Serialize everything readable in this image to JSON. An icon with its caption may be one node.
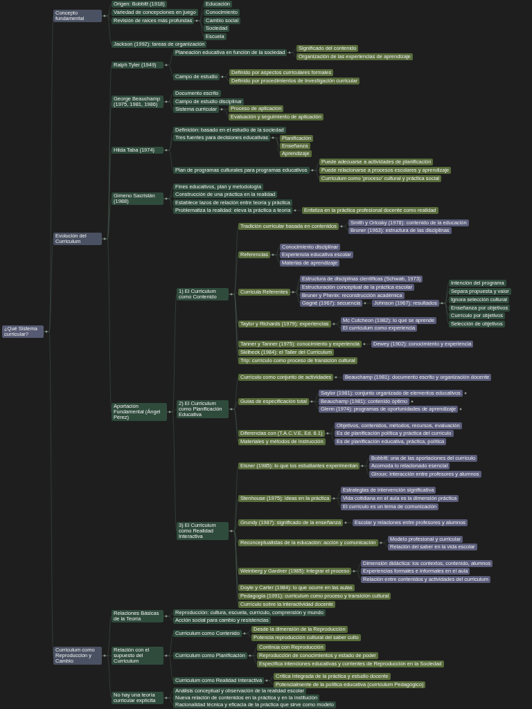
{
  "diagram": {
    "nodes": [
      {
        "text": [
          "¿Qué Sistema curricular?"
        ]
      },
      {
        "text": [
          "Concepto fundamental"
        ]
      },
      {
        "text": [
          "Origen: Bobbitt (1918)"
        ]
      },
      {
        "text": [
          "Variedad de concepciones en juego"
        ]
      },
      {
        "text": [
          "Revisión de raíces más profundas"
        ]
      },
      {
        "text": [
          "Educación"
        ]
      },
      {
        "text": [
          "Conocimiento"
        ]
      },
      {
        "text": [
          "Cambio social"
        ]
      },
      {
        "text": [
          "Sociedad"
        ]
      },
      {
        "text": [
          "Escuela"
        ]
      },
      {
        "text": [
          "Jackson (1992): tareas de organización"
        ]
      },
      {
        "text": [
          "Evolución del Curriculum"
        ]
      },
      {
        "text": [
          "Ralph Tyler (1949)"
        ]
      },
      {
        "text": [
          "Planeación educativa en función de la sociedad"
        ]
      },
      {
        "text": [
          "Significado del contenido"
        ]
      },
      {
        "text": [
          "Organización de las experiencias de aprendizaje"
        ]
      },
      {
        "text": [
          "Campo de estudio"
        ]
      },
      {
        "text": [
          "Definido por aspectos curriculares formales"
        ]
      },
      {
        "text": [
          "Definido por procedimientos de investigación curricular"
        ]
      },
      {
        "text": [
          "George Beauchamp (1975, 1981, 1986)"
        ]
      },
      {
        "text": [
          "Documento escrito"
        ]
      },
      {
        "text": [
          "Campo de estudio disciplinar"
        ]
      },
      {
        "text": [
          "Sistema curricular"
        ]
      },
      {
        "text": [
          "Proceso de aplicación"
        ]
      },
      {
        "text": [
          "Evaluación y seguimiento de aplicación"
        ]
      },
      {
        "text": [
          "Hilda Taba (1974)"
        ]
      },
      {
        "text": [
          "Definición: basado en el estudio de la sociedad"
        ]
      },
      {
        "text": [
          "Tres fuentes para decisiones educativas"
        ]
      },
      {
        "text": [
          "Planificación"
        ]
      },
      {
        "text": [
          "Enseñanza"
        ]
      },
      {
        "text": [
          "Aprendizaje"
        ]
      },
      {
        "text": [
          "Plan de programas culturales para programas educativos"
        ]
      },
      {
        "text": [
          "Puede adecuarse a actividades de planificación"
        ]
      },
      {
        "text": [
          "Puede relacionarse a procesos escolares y aprendizaje"
        ]
      },
      {
        "text": [
          "Curriculum como 'proceso' cultural y práctica social"
        ]
      },
      {
        "text": [
          "Gimeno Sacristán (1988)"
        ]
      },
      {
        "text": [
          "Fines educativos, plan y metodología"
        ]
      },
      {
        "text": [
          "Construcción de una práctica en la realidad"
        ]
      },
      {
        "text": [
          "Establece lazos de relación entre teoría y práctica"
        ]
      },
      {
        "text": [
          "Problematiza la realidad: eleva la práctica a teoría"
        ]
      },
      {
        "text": [
          "Enfatiza en la práctica profesional docente como realidad"
        ]
      },
      {
        "text": [
          "Aportación Fundamental (Ángel Pérez)"
        ]
      },
      {
        "text": [
          "1) El Curriculum como Contenido"
        ]
      },
      {
        "text": [
          "Tradición curricular basada en contenidos"
        ]
      },
      {
        "text": [
          "Smith y Orlosky (1978): contenido de la educación"
        ]
      },
      {
        "text": [
          "Bruner (1963): estructura de las disciplinas"
        ]
      },
      {
        "text": [
          "Referencias"
        ]
      },
      {
        "text": [
          "Conocimiento disciplinar"
        ]
      },
      {
        "text": [
          "Experiencia educativa escolar"
        ]
      },
      {
        "text": [
          "Materias de aprendizaje"
        ]
      },
      {
        "text": [
          "Curricula Referentes"
        ]
      },
      {
        "text": [
          "Estructura de disciplinas científicas (Schwab, 1973)"
        ]
      },
      {
        "text": [
          "Estructuración conceptual de la práctica escolar"
        ]
      },
      {
        "text": [
          "Bruner y Phenix: reconstrucción académica"
        ]
      },
      {
        "text": [
          "Gagné (1967): secuencia"
        ]
      },
      {
        "text": [
          "Johnson (1967): resultados"
        ]
      },
      {
        "text": [
          "Intención del programa"
        ]
      },
      {
        "text": [
          "Separa propuesta y valor"
        ]
      },
      {
        "text": [
          "Ignora selección cultural"
        ]
      },
      {
        "text": [
          "Enseñanza por objetivos"
        ]
      },
      {
        "text": [
          "Currículo por objetivos"
        ]
      },
      {
        "text": [
          "Selección de objetivos"
        ]
      },
      {
        "text": [
          "Taylor y Richards (1979): experiencias"
        ]
      },
      {
        "text": [
          "Mc Cutcheon (1982): lo que se aprende"
        ]
      },
      {
        "text": [
          "El curriculum como experiencia"
        ]
      },
      {
        "text": [
          "Tanner y Tanner (1975): conocimiento y experiencia"
        ]
      },
      {
        "text": [
          "Dewey (1902): conocimiento y experiencia"
        ]
      },
      {
        "text": [
          "Skilbeck (1984): el Taller del Curriculum"
        ]
      },
      {
        "text": [
          "Trip: currículo como proceso de transición cultural"
        ]
      },
      {
        "text": [
          "2) El Curriculum como Planificación Educativa"
        ]
      },
      {
        "text": [
          "Currículo como conjunto de actividades"
        ]
      },
      {
        "text": [
          "Beauchamp (1981): documento escrito y organización docente"
        ]
      },
      {
        "text": [
          "Guías de especificación total"
        ]
      },
      {
        "text": [
          "Saylor (1981): conjunto organizado de elementos educativos"
        ]
      },
      {
        "text": [
          "Beauchamp (1981): contenido óptimo"
        ]
      },
      {
        "text": [
          "Glenn (1974): programas de oportunidades de aprendizaje"
        ]
      },
      {
        "text": [
          "Diferencias con (T.A.C.V.E, Ed. 6.1)"
        ]
      },
      {
        "text": [
          "Objetivos, contenidos, métodos, recursos, evaluación"
        ]
      },
      {
        "text": [
          "Es de planificación política y práctica del currículo"
        ]
      },
      {
        "text": [
          "Es de planificación educativa, práctica, política"
        ]
      },
      {
        "text": [
          "Materiales y métodos de instrucción"
        ]
      },
      {
        "text": [
          "3) El Curriculum como Realidad Interactiva"
        ]
      },
      {
        "text": [
          "Eisner (1985): lo que los estudiantes experimentan"
        ]
      },
      {
        "text": [
          "Bobbitt: una de las aportaciones del currículo"
        ]
      },
      {
        "text": [
          "Acomoda lo relacionado esencial"
        ]
      },
      {
        "text": [
          "Giroux: interacción entre profesores y alumnos"
        ]
      },
      {
        "text": [
          "Stenhouse (1975): ideas en la práctica"
        ]
      },
      {
        "text": [
          "Estrategias de intervención significativa"
        ]
      },
      {
        "text": [
          "Vida cotidiana en el aula es la dimensión práctica"
        ]
      },
      {
        "text": [
          "El currículo es un tema de comunicación"
        ]
      },
      {
        "text": [
          "Grundy (1987): significado de la enseñanza"
        ]
      },
      {
        "text": [
          "Escolar y relaciones entre profesores y alumnos"
        ]
      },
      {
        "text": [
          "Reconceptualistas de la educación: acción y comunicación"
        ]
      },
      {
        "text": [
          "Modelo profesional y curricular"
        ]
      },
      {
        "text": [
          "Relación del saber en la vida escolar"
        ]
      },
      {
        "text": [
          "Weinberg y Gardner (1985): integrar el proceso"
        ]
      },
      {
        "text": [
          "Dimensión didáctica: los contextos, contenido, alumnos"
        ]
      },
      {
        "text": [
          "Experiencias formales e informales en el aula"
        ]
      },
      {
        "text": [
          "Relación entre contenidos y actividades del curriculum"
        ]
      },
      {
        "text": [
          "Doyle y Carter (1984): lo que ocurre en las aulas"
        ]
      },
      {
        "text": [
          "Pedagogía (1991): curriculum como proceso y transición cultural"
        ]
      },
      {
        "text": [
          "Currículo sobre la interactividad docente"
        ]
      },
      {
        "text": [
          "Curriculum como Reproducción y Cambio"
        ]
      },
      {
        "text": [
          "Relaciones Básicas de la Teoría"
        ]
      },
      {
        "text": [
          "Reproducción: cultura, escuela, currículo, comprensión y mundo"
        ]
      },
      {
        "text": [
          "Acción social para cambio y resistencias"
        ]
      },
      {
        "text": [
          "Relación con el supuesto del Curriculum"
        ]
      },
      {
        "text": [
          "Curriculum como Contenido"
        ]
      },
      {
        "text": [
          "Desde la dimensión de la Reproducción"
        ]
      },
      {
        "text": [
          "Potencia reproducción cultural del saber culto"
        ]
      },
      {
        "text": [
          "Curriculum como Planificación"
        ]
      },
      {
        "text": [
          "Continúa con Reproducción"
        ]
      },
      {
        "text": [
          "Reproducción de conocimientos y estado de poder"
        ]
      },
      {
        "text": [
          "Especifica intenciones educativas y corrientes de Reproducción en la Sociedad"
        ]
      },
      {
        "text": [
          "Curriculum como Realidad Interactiva"
        ]
      },
      {
        "text": [
          "Crítica integrada de la práctica y estudio docente"
        ]
      },
      {
        "text": [
          "Potencialmente de la política educativa (curriculum Pedagógico)"
        ]
      },
      {
        "text": [
          "No hay una teoría curricular explícita"
        ]
      },
      {
        "text": [
          "Análisis conceptual y observación de la realidad escolar"
        ]
      },
      {
        "text": [
          "Nueva relación de contenidos en la práctica y en la institución"
        ]
      },
      {
        "text": [
          "Racionalidad técnica y eficacia de la práctica que sirve como modelo"
        ]
      }
    ],
    "edges": [
      {
        "from": 0,
        "to": 1,
        "arrow": "none"
      },
      {
        "from": 0,
        "to": 11,
        "arrow": "none"
      },
      {
        "from": 0,
        "to": 102,
        "arrow": "none"
      },
      {
        "from": 1,
        "to": 2,
        "arrow": "none"
      },
      {
        "from": 1,
        "to": 3,
        "arrow": "none"
      },
      {
        "from": 1,
        "to": 4,
        "arrow": "none"
      },
      {
        "from": 1,
        "to": 10,
        "arrow": "none"
      },
      {
        "from": 4,
        "to": 5,
        "arrow": "none"
      },
      {
        "from": 4,
        "to": 6,
        "arrow": "none"
      },
      {
        "from": 4,
        "to": 7,
        "arrow": "none"
      },
      {
        "from": 4,
        "to": 8,
        "arrow": "none"
      },
      {
        "from": 4,
        "to": 9,
        "arrow": "none"
      },
      {
        "from": 11,
        "to": 12,
        "arrow": "none"
      },
      {
        "from": 11,
        "to": 19,
        "arrow": "none"
      },
      {
        "from": 11,
        "to": 25,
        "arrow": "none"
      },
      {
        "from": 11,
        "to": 35,
        "arrow": "none"
      },
      {
        "from": 11,
        "to": 41,
        "arrow": "none"
      },
      {
        "from": 12,
        "to": 13,
        "arrow": "none"
      },
      {
        "from": 12,
        "to": 16,
        "arrow": "none"
      },
      {
        "from": 13,
        "to": 14,
        "arrow": "none"
      },
      {
        "from": 13,
        "to": 15,
        "arrow": "none"
      },
      {
        "from": 16,
        "to": 17,
        "arrow": "none"
      },
      {
        "from": 16,
        "to": 18,
        "arrow": "none"
      },
      {
        "from": 19,
        "to": 20,
        "arrow": "none"
      },
      {
        "from": 19,
        "to": 21,
        "arrow": "none"
      },
      {
        "from": 19,
        "to": 22,
        "arrow": "none"
      },
      {
        "from": 22,
        "to": 23,
        "arrow": "none"
      },
      {
        "from": 22,
        "to": 24,
        "arrow": "none"
      },
      {
        "from": 25,
        "to": 26,
        "arrow": "none"
      },
      {
        "from": 25,
        "to": 27,
        "arrow": "none"
      },
      {
        "from": 25,
        "to": 31,
        "arrow": "none"
      },
      {
        "from": 27,
        "to": 28,
        "arrow": "none"
      },
      {
        "from": 27,
        "to": 29,
        "arrow": "none"
      },
      {
        "from": 27,
        "to": 30,
        "arrow": "none"
      },
      {
        "from": 31,
        "to": 32,
        "arrow": "none"
      },
      {
        "from": 31,
        "to": 33,
        "arrow": "none"
      },
      {
        "from": 31,
        "to": 34,
        "arrow": "none"
      },
      {
        "from": 35,
        "to": 36,
        "arrow": "none"
      },
      {
        "from": 35,
        "to": 37,
        "arrow": "none"
      },
      {
        "from": 35,
        "to": 38,
        "arrow": "none"
      },
      {
        "from": 35,
        "to": 39,
        "arrow": "none"
      },
      {
        "from": 39,
        "to": 40,
        "arrow": "none"
      },
      {
        "from": 41,
        "to": 42,
        "arrow": "none"
      },
      {
        "from": 41,
        "to": 69,
        "arrow": "none"
      },
      {
        "from": 41,
        "to": 81,
        "arrow": "none"
      },
      {
        "from": 42,
        "to": 43,
        "arrow": "none"
      },
      {
        "from": 42,
        "to": 46,
        "arrow": "none"
      },
      {
        "from": 42,
        "to": 50,
        "arrow": "none"
      },
      {
        "from": 42,
        "to": 62,
        "arrow": "none"
      },
      {
        "from": 42,
        "to": 65,
        "arrow": "none"
      },
      {
        "from": 42,
        "to": 67,
        "arrow": "none"
      },
      {
        "from": 42,
        "to": 68,
        "arrow": "none"
      },
      {
        "from": 43,
        "to": 44,
        "arrow": "none"
      },
      {
        "from": 43,
        "to": 45,
        "arrow": "none"
      },
      {
        "from": 46,
        "to": 47,
        "arrow": "none"
      },
      {
        "from": 46,
        "to": 48,
        "arrow": "none"
      },
      {
        "from": 46,
        "to": 49,
        "arrow": "none"
      },
      {
        "from": 50,
        "to": 51,
        "arrow": "none"
      },
      {
        "from": 50,
        "to": 52,
        "arrow": "none"
      },
      {
        "from": 50,
        "to": 53,
        "arrow": "none"
      },
      {
        "from": 50,
        "to": 54,
        "arrow": "none"
      },
      {
        "from": 54,
        "to": 55,
        "arrow": "none"
      },
      {
        "from": 55,
        "to": 56,
        "arrow": "none"
      },
      {
        "from": 55,
        "to": 57,
        "arrow": "none"
      },
      {
        "from": 55,
        "to": 58,
        "arrow": "none"
      },
      {
        "from": 55,
        "to": 59,
        "arrow": "none"
      },
      {
        "from": 55,
        "to": 60,
        "arrow": "none"
      },
      {
        "from": 55,
        "to": 61,
        "arrow": "none"
      },
      {
        "from": 62,
        "to": 63,
        "arrow": "none"
      },
      {
        "from": 62,
        "to": 64,
        "arrow": "none"
      },
      {
        "from": 65,
        "to": 66,
        "arrow": "none"
      },
      {
        "from": 69,
        "to": 70,
        "arrow": "none"
      },
      {
        "from": 69,
        "to": 72,
        "arrow": "none"
      },
      {
        "from": 69,
        "to": 76,
        "arrow": "none"
      },
      {
        "from": 69,
        "to": 80,
        "arrow": "none"
      },
      {
        "from": 70,
        "to": 71,
        "arrow": "none"
      },
      {
        "from": 72,
        "to": 73,
        "arrow": "none"
      },
      {
        "from": 72,
        "to": 74,
        "arrow": "none"
      },
      {
        "from": 72,
        "to": 75,
        "arrow": "none"
      },
      {
        "from": 76,
        "to": 77,
        "arrow": "none"
      },
      {
        "from": 76,
        "to": 78,
        "arrow": "none"
      },
      {
        "from": 76,
        "to": 79,
        "arrow": "none"
      },
      {
        "from": 81,
        "to": 82,
        "arrow": "none"
      },
      {
        "from": 81,
        "to": 86,
        "arrow": "none"
      },
      {
        "from": 81,
        "to": 90,
        "arrow": "none"
      },
      {
        "from": 81,
        "to": 92,
        "arrow": "none"
      },
      {
        "from": 81,
        "to": 95,
        "arrow": "none"
      },
      {
        "from": 81,
        "to": 99,
        "arrow": "none"
      },
      {
        "from": 81,
        "to": 100,
        "arrow": "none"
      },
      {
        "from": 81,
        "to": 101,
        "arrow": "none"
      },
      {
        "from": 82,
        "to": 83,
        "arrow": "none"
      },
      {
        "from": 82,
        "to": 84,
        "arrow": "none"
      },
      {
        "from": 82,
        "to": 85,
        "arrow": "none"
      },
      {
        "from": 86,
        "to": 87,
        "arrow": "none"
      },
      {
        "from": 86,
        "to": 88,
        "arrow": "none"
      },
      {
        "from": 86,
        "to": 89,
        "arrow": "none"
      },
      {
        "from": 90,
        "to": 91,
        "arrow": "none"
      },
      {
        "from": 92,
        "to": 93,
        "arrow": "none"
      },
      {
        "from": 92,
        "to": 94,
        "arrow": "none"
      },
      {
        "from": 95,
        "to": 96,
        "arrow": "none"
      },
      {
        "from": 95,
        "to": 97,
        "arrow": "none"
      },
      {
        "from": 95,
        "to": 98,
        "arrow": "none"
      },
      {
        "from": 102,
        "to": 103,
        "arrow": "none"
      },
      {
        "from": 102,
        "to": 106,
        "arrow": "none"
      },
      {
        "from": 102,
        "to": 117,
        "arrow": "none"
      },
      {
        "from": 103,
        "to": 104,
        "arrow": "none"
      },
      {
        "from": 103,
        "to": 105,
        "arrow": "none"
      },
      {
        "from": 106,
        "to": 107,
        "arrow": "none"
      },
      {
        "from": 106,
        "to": 110,
        "arrow": "none"
      },
      {
        "from": 106,
        "to": 114,
        "arrow": "none"
      },
      {
        "from": 107,
        "to": 108,
        "arrow": "none"
      },
      {
        "from": 107,
        "to": 109,
        "arrow": "none"
      },
      {
        "from": 110,
        "to": 111,
        "arrow": "none"
      },
      {
        "from": 110,
        "to": 112,
        "arrow": "none"
      },
      {
        "from": 110,
        "to": 113,
        "arrow": "none"
      },
      {
        "from": 114,
        "to": 115,
        "arrow": "none"
      },
      {
        "from": 114,
        "to": 116,
        "arrow": "none"
      },
      {
        "from": 117,
        "to": 118,
        "arrow": "none"
      },
      {
        "from": 117,
        "to": 119,
        "arrow": "none"
      },
      {
        "from": 117,
        "to": 120,
        "arrow": "none"
      }
    ]
  }
}
